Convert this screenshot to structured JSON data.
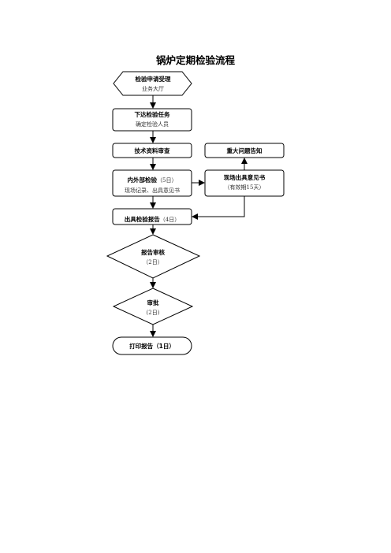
{
  "title": "锅炉定期检验流程",
  "nodes": {
    "apply": {
      "main": "检验申请受理",
      "sub": "业务大厅"
    },
    "assign": {
      "main": "下达检验任务",
      "sub": "确定检验人员"
    },
    "tech_review": {
      "main": "技术资料审查"
    },
    "major_issue": {
      "main": "重大问题告知"
    },
    "inspect": {
      "main": "内外部检验",
      "main_suffix": "（5日）",
      "sub": "现场记录、出具意见书"
    },
    "opinion": {
      "main": "现场出具意见书",
      "sub": "（有效期15天）"
    },
    "report": {
      "main": "出具检验报告",
      "main_suffix": "（4日）"
    },
    "audit": {
      "main": "报告审核",
      "sub": "（2日）"
    },
    "approve": {
      "main": "审批",
      "sub": "(2日)"
    },
    "print": {
      "main": "打印报告（1日）"
    }
  }
}
